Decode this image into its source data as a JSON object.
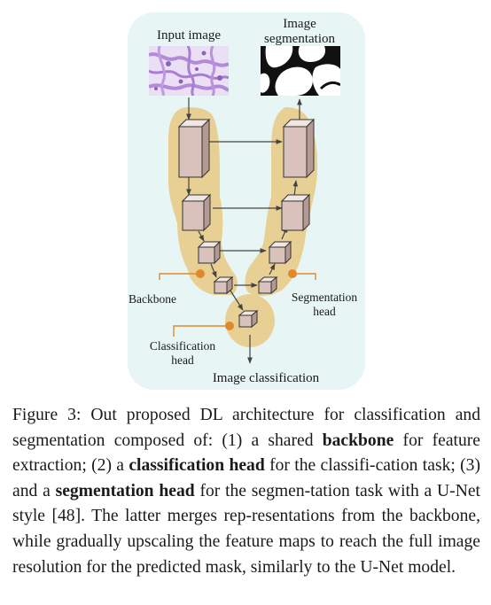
{
  "figure": {
    "labels": {
      "input_image": "Input image",
      "output_line1": "Image",
      "output_line2": "segmentation",
      "backbone": "Backbone",
      "seg_head_line1": "Segmentation",
      "seg_head_line2": "head",
      "cls_head_line1": "Classification",
      "cls_head_line2": "head",
      "classification_output": "Image classification"
    },
    "colors": {
      "panel_bg": "#e7f6f4",
      "blob": "#e8cf93",
      "cube_front": "#d9c2bb",
      "cube_top": "#f1e6e1",
      "cube_side": "#b59a92",
      "leader": "#e0892c",
      "histology": "#b28ad8"
    }
  },
  "caption": {
    "figure_label": "Figure 3:",
    "t1": "Out proposed DL architecture for classification and segmentation composed of: (1) a shared ",
    "b1": "backbone",
    "t2": " for feature extraction; (2) a ",
    "b2": "classification head",
    "t3": " for the classifi-­cation task; (3) and a ",
    "b3": "segmentation head",
    "t4": " for the segmen-­tation task with a U-Net style [48]. The latter merges rep-­resentations from the backbone, while gradually upscaling the feature maps to reach the full image resolution for the predicted mask, similarly to the U-Net model."
  }
}
